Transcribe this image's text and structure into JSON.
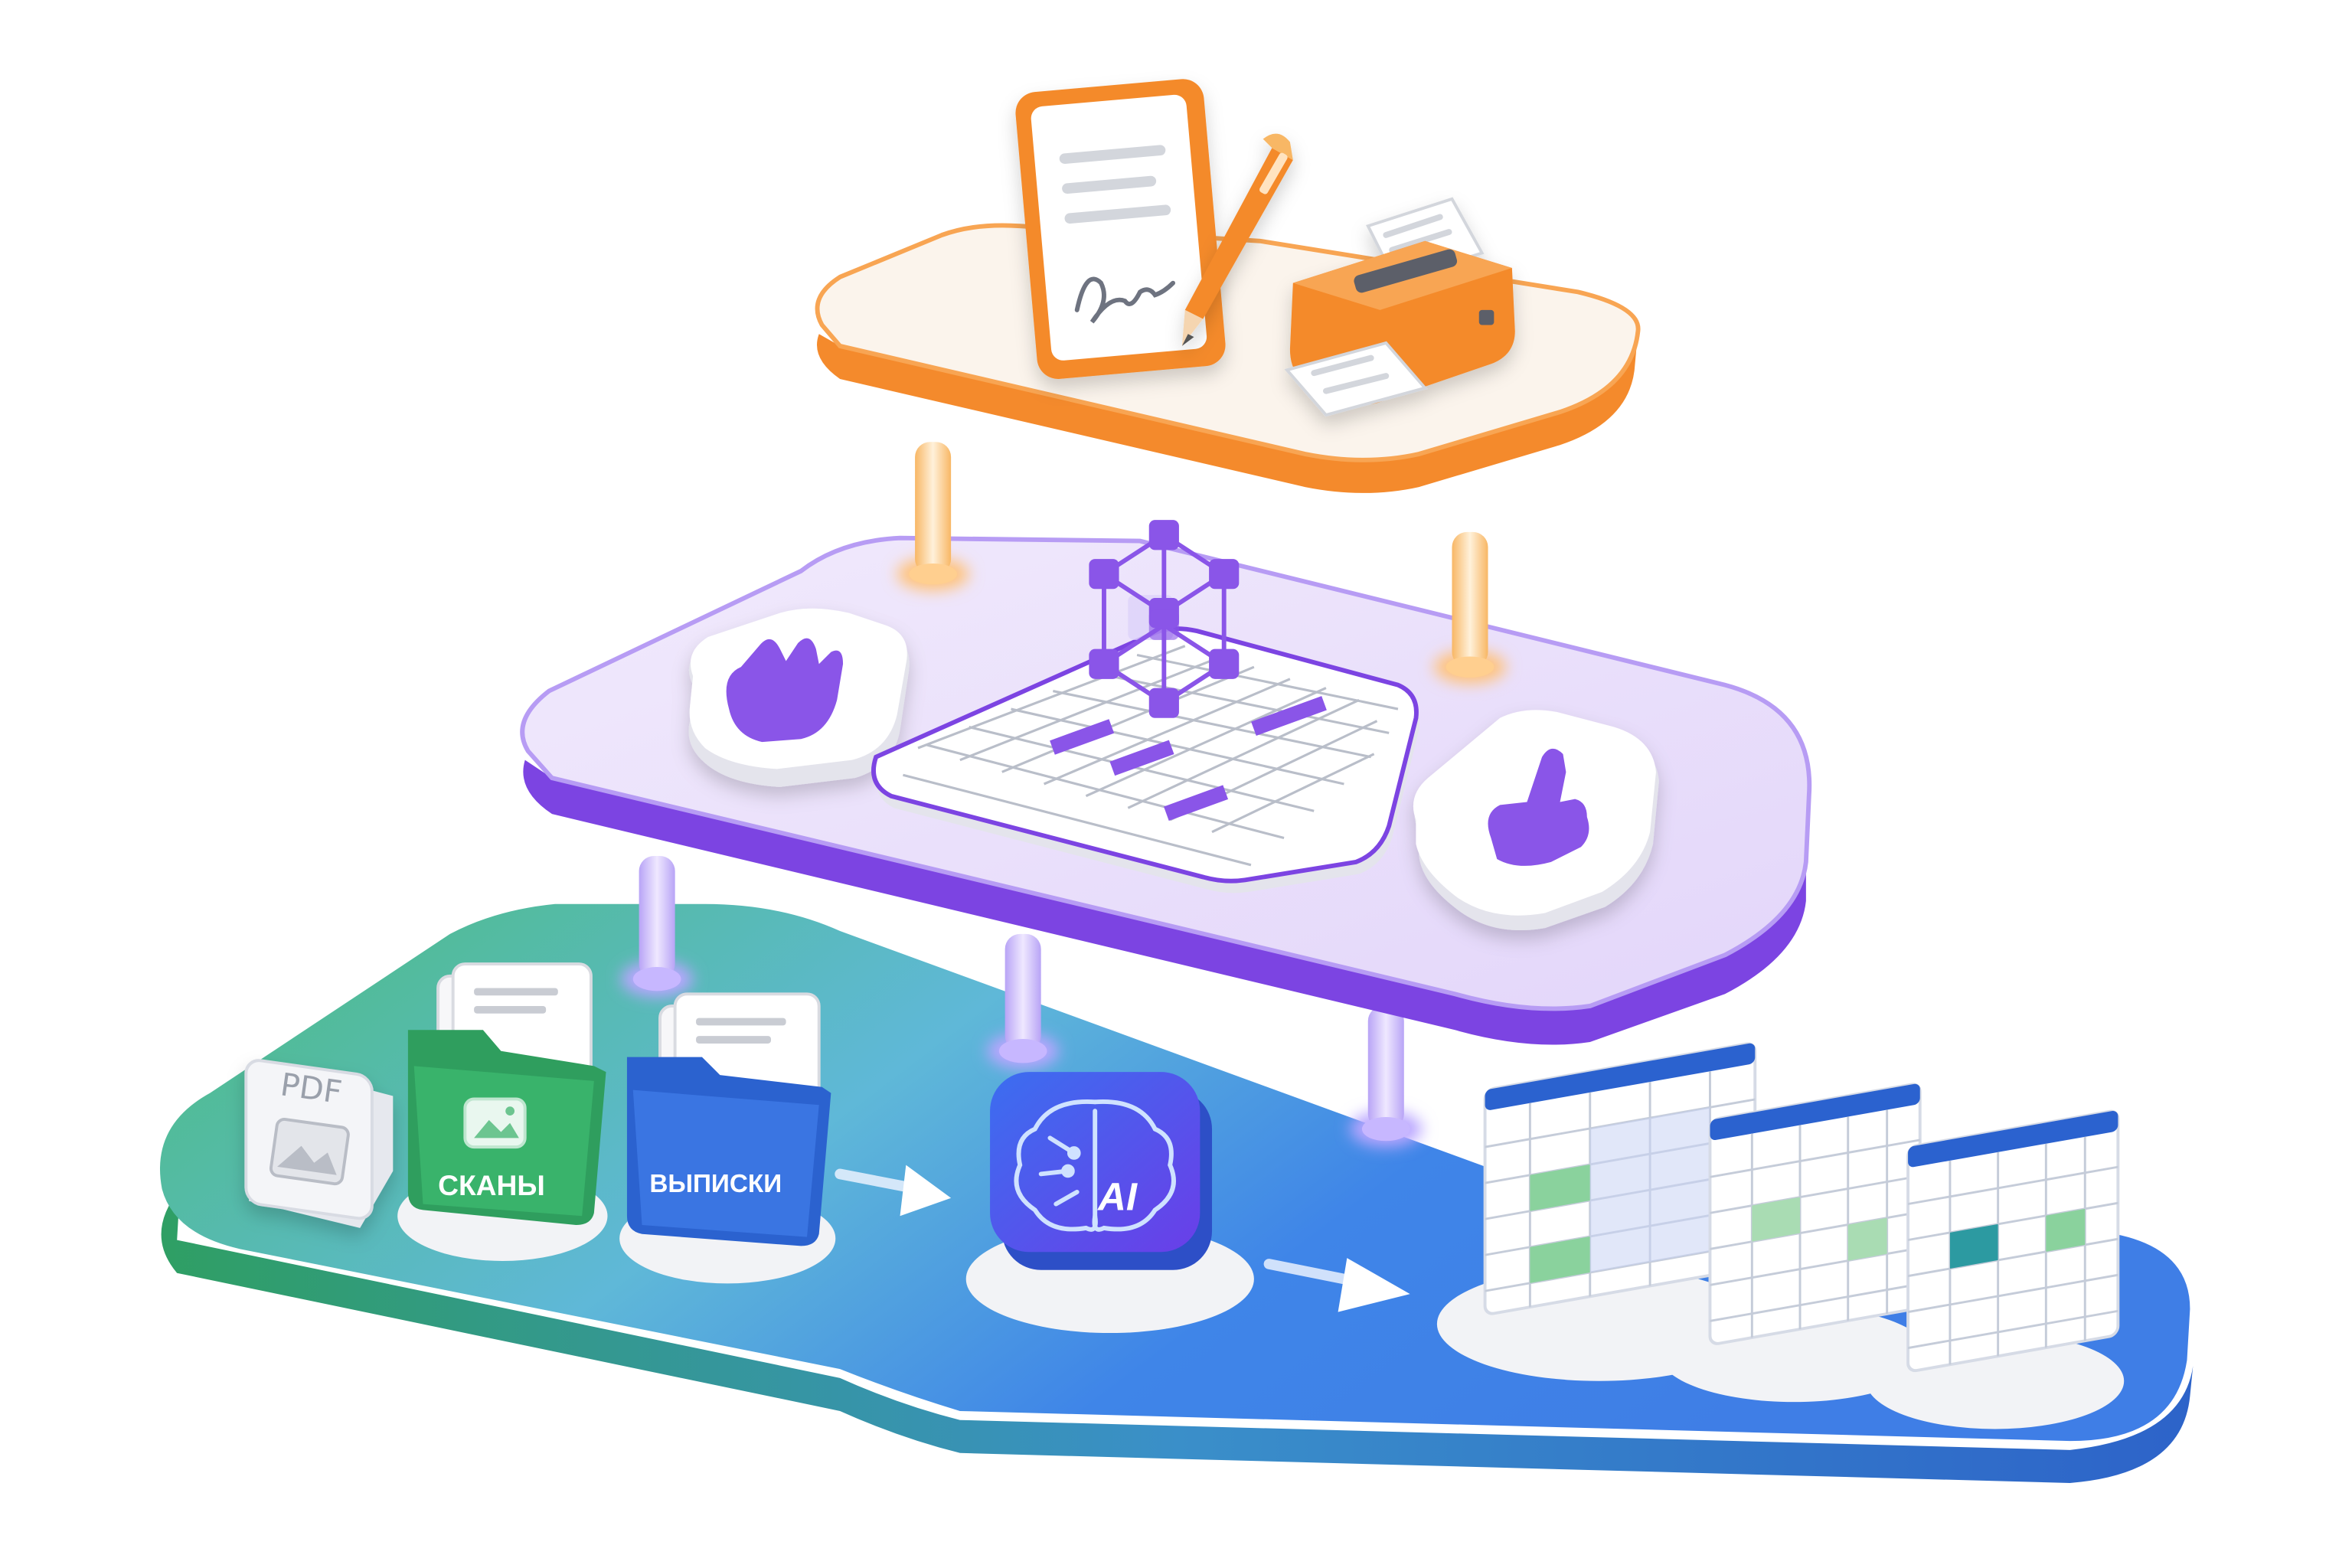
{
  "layers": {
    "bottom": {
      "pdf_label": "PDF",
      "scans_label": "СКАНЫ",
      "statements_label": "ВЫПИСКИ",
      "ai_label": "AI",
      "color_start": "#4cbd7e",
      "color_end": "#3f7ee6"
    },
    "middle": {
      "color": "#8a55e8"
    },
    "top": {
      "color": "#f48a2c"
    }
  },
  "icons": [
    "pdf-document-icon",
    "scans-folder-icon",
    "statements-folder-icon",
    "ai-brain-icon",
    "spreadsheet-icon",
    "hand-palm-icon",
    "pointing-hand-icon",
    "cube-network-icon",
    "signed-document-icon",
    "pen-icon",
    "printer-icon",
    "arrow-right-icon"
  ]
}
